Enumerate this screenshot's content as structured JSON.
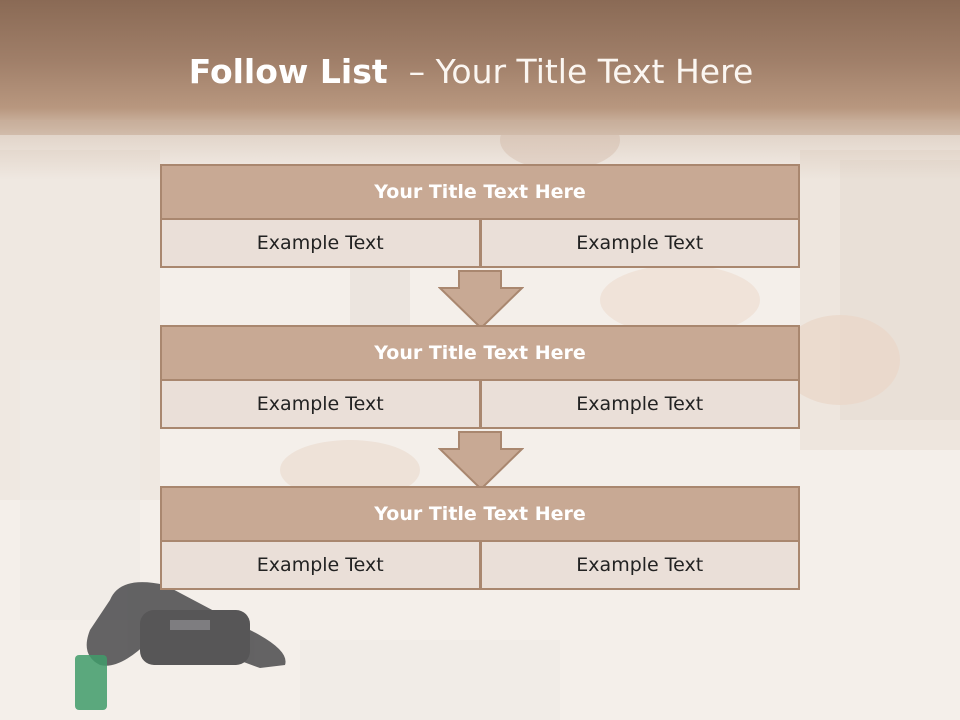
{
  "slide": {
    "title_bold": "Follow List",
    "title_rest": "  – Your Title Text Here"
  },
  "blocks": [
    {
      "title": "Your Title Text Here",
      "left": "Example Text",
      "right": "Example Text"
    },
    {
      "title": "Your Title Text Here",
      "left": "Example Text",
      "right": "Example Text"
    },
    {
      "title": "Your Title Text Here",
      "left": "Example Text",
      "right": "Example Text"
    }
  ],
  "colors": {
    "header": "#a07f69",
    "block_title": "#c8a994",
    "block_cell": "#eadfd8",
    "border": "#a9876f"
  }
}
